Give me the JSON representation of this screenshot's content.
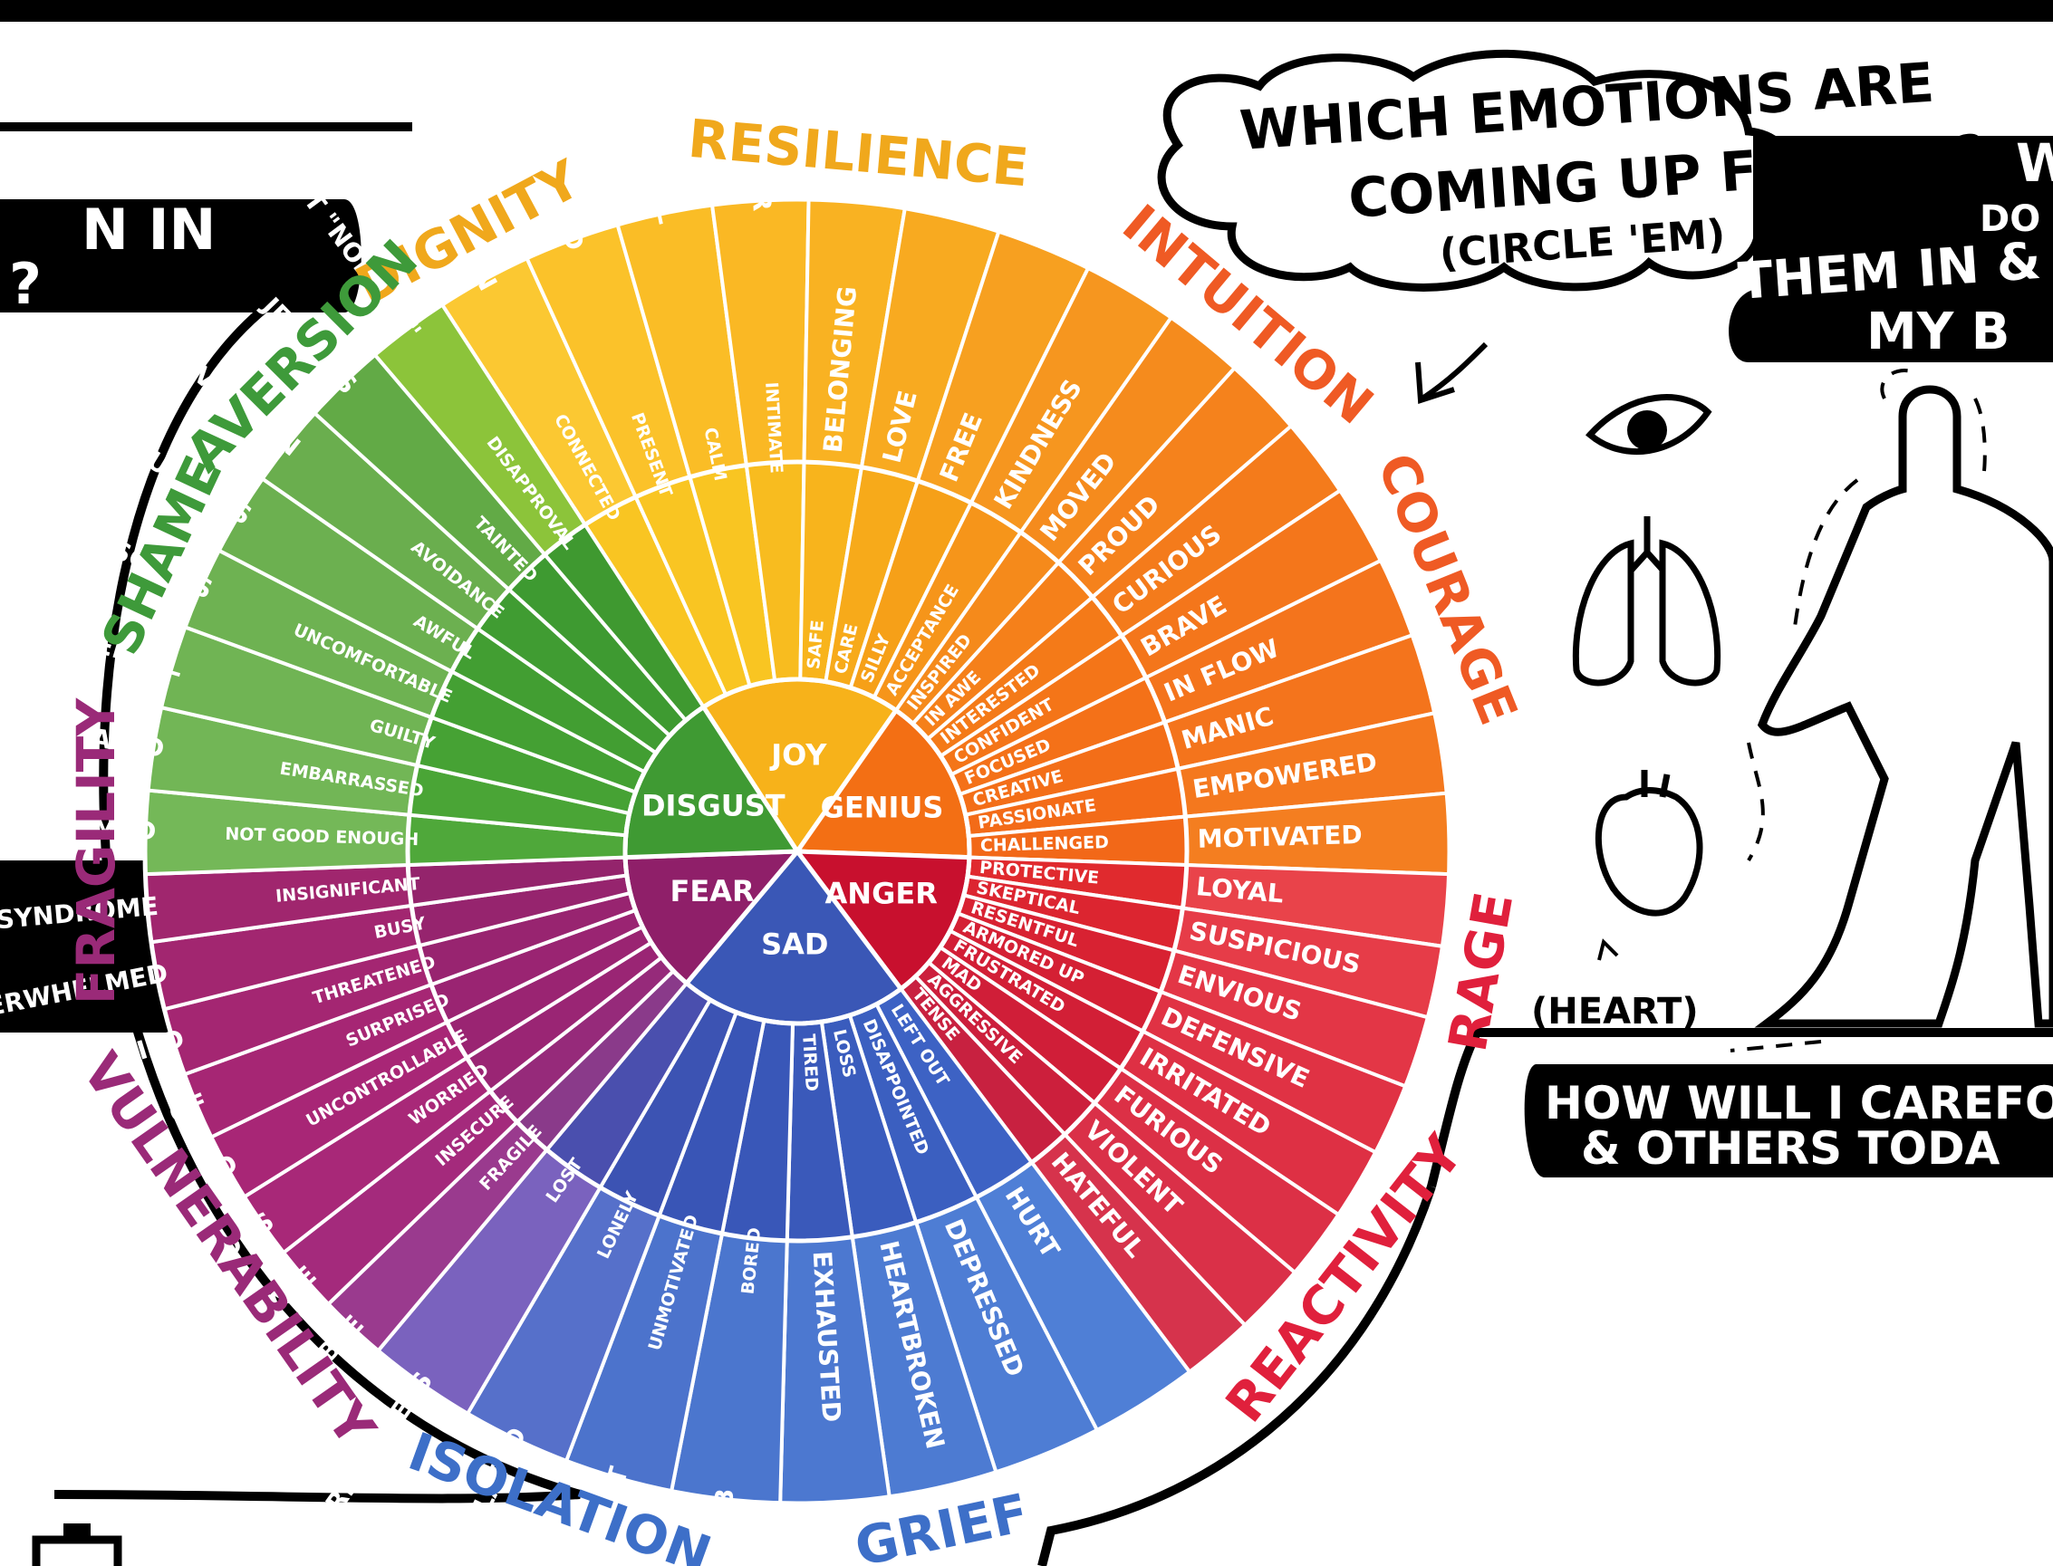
{
  "wheel": {
    "core": [
      {
        "label": "JOY",
        "color": "#f7b21a"
      },
      {
        "label": "GENIUS",
        "color": "#f36f14"
      },
      {
        "label": "ANGER",
        "color": "#c8102e"
      },
      {
        "label": "SAD",
        "color": "#3a57b6"
      },
      {
        "label": "FEAR",
        "color": "#8f1f69"
      },
      {
        "label": "DISGUST",
        "color": "#3f9a33"
      }
    ],
    "middle": [
      {
        "label": "CONNECTED",
        "color": "#f9c522"
      },
      {
        "label": "PRESENT",
        "color": "#f9c522"
      },
      {
        "label": "CALM",
        "color": "#f9c522"
      },
      {
        "label": "INTIMATE",
        "color": "#f8bc1f"
      },
      {
        "label": "SAFE",
        "color": "#f8b41c"
      },
      {
        "label": "CARE",
        "color": "#f7aa1a"
      },
      {
        "label": "SILLY",
        "color": "#f6a018"
      },
      {
        "label": "ACCEPTANCE",
        "color": "#f6951a"
      },
      {
        "label": "INSPIRED",
        "color": "#f58a1b"
      },
      {
        "label": "IN AWE",
        "color": "#f5801a"
      },
      {
        "label": "INTERESTED",
        "color": "#f47a18"
      },
      {
        "label": "CONFIDENT",
        "color": "#f47518"
      },
      {
        "label": "FOCUSED",
        "color": "#f47118"
      },
      {
        "label": "CREATIVE",
        "color": "#f36e18"
      },
      {
        "label": "PASSIONATE",
        "color": "#f36b18"
      },
      {
        "label": "CHALLENGED",
        "color": "#f26818"
      },
      {
        "label": "PROTECTIVE",
        "color": "#e02a2e"
      },
      {
        "label": "SKEPTICAL",
        "color": "#dc2530"
      },
      {
        "label": "RESENTFUL",
        "color": "#d82232"
      },
      {
        "label": "ARMORED UP",
        "color": "#d42034"
      },
      {
        "label": "FRUSTRATED",
        "color": "#d21f36"
      },
      {
        "label": "MAD",
        "color": "#d01e38"
      },
      {
        "label": "AGGRESSIVE",
        "color": "#cc1f3c"
      },
      {
        "label": "TENSE",
        "color": "#c82140"
      },
      {
        "label": "LEFT OUT",
        "color": "#3d62c4"
      },
      {
        "label": "DISAPPOINTED",
        "color": "#3b5fc0"
      },
      {
        "label": "LOSS",
        "color": "#3a5cbd"
      },
      {
        "label": "TIRED",
        "color": "#3a59ba"
      },
      {
        "label": "BORED",
        "color": "#3957b8"
      },
      {
        "label": "UNMOTIVATED",
        "color": "#3955b6"
      },
      {
        "label": "LONELY",
        "color": "#3c53b3"
      },
      {
        "label": "LOST",
        "color": "#4a4fae"
      },
      {
        "label": "FRAGILE",
        "color": "#8a3a8a"
      },
      {
        "label": "INSECURE",
        "color": "#962a7a"
      },
      {
        "label": "WORRIED",
        "color": "#9a2574"
      },
      {
        "label": "UNCONTROLLABLE",
        "color": "#9a2472"
      },
      {
        "label": "SURPRISED",
        "color": "#9a2472"
      },
      {
        "label": "THREATENED",
        "color": "#982470"
      },
      {
        "label": "BUSY",
        "color": "#96246e"
      },
      {
        "label": "INSIGNIFICANT",
        "color": "#94246c"
      },
      {
        "label": "NOT GOOD ENOUGH",
        "color": "#4fa83a"
      },
      {
        "label": "EMBARRASSED",
        "color": "#4aa536"
      },
      {
        "label": "GUILTY",
        "color": "#46a234"
      },
      {
        "label": "UNCOMFORTABLE",
        "color": "#44a033"
      },
      {
        "label": "AWFUL",
        "color": "#429e32"
      },
      {
        "label": "AVOIDANCE",
        "color": "#409c32"
      },
      {
        "label": "TAINTED",
        "color": "#3e9a31"
      },
      {
        "label": "DISAPPROVAL",
        "color": "#3f9930"
      }
    ],
    "outer": [
      {
        "label": "SEEN",
        "color": "#fbc832"
      },
      {
        "label": "GROUNDED",
        "color": "#fbc22a"
      },
      {
        "label": "GRATEFUL",
        "color": "#fabd26"
      },
      {
        "label": "TENDER",
        "color": "#fab824"
      },
      {
        "label": "BELONGING",
        "color": "#f9b222"
      },
      {
        "label": "LOVE",
        "color": "#f8aa20"
      },
      {
        "label": "FREE",
        "color": "#f7a020"
      },
      {
        "label": "KINDNESS",
        "color": "#f6961f"
      },
      {
        "label": "MOVED",
        "color": "#f58b1d"
      },
      {
        "label": "PROUD",
        "color": "#f5821c"
      },
      {
        "label": "CURIOUS",
        "color": "#f47b1b"
      },
      {
        "label": "BRAVE",
        "color": "#f4761b"
      },
      {
        "label": "IN FLOW",
        "color": "#f4741c"
      },
      {
        "label": "MANIC",
        "color": "#f4741c"
      },
      {
        "label": "EMPOWERED",
        "color": "#f4781e"
      },
      {
        "label": "MOTIVATED",
        "color": "#f47e20"
      },
      {
        "label": "LOYAL",
        "color": "#e9434a"
      },
      {
        "label": "SUSPICIOUS",
        "color": "#e63c48"
      },
      {
        "label": "ENVIOUS",
        "color": "#e33646"
      },
      {
        "label": "DEFENSIVE",
        "color": "#e03244"
      },
      {
        "label": "IRRITATED",
        "color": "#de3044"
      },
      {
        "label": "FURIOUS",
        "color": "#dc3046"
      },
      {
        "label": "VIOLENT",
        "color": "#da3048"
      },
      {
        "label": "HATEFUL",
        "color": "#d6334c"
      },
      {
        "label": "HURT",
        "color": "#4f7fd6"
      },
      {
        "label": "DEPRESSED",
        "color": "#4e7dd4"
      },
      {
        "label": "HEARTBROKEN",
        "color": "#4d7bd2"
      },
      {
        "label": "EXHAUSTED",
        "color": "#4c78d0"
      },
      {
        "label": "NUMB",
        "color": "#4b76ce"
      },
      {
        "label": "BURNT OUT",
        "color": "#4c73cc"
      },
      {
        "label": "ISOLATED",
        "color": "#5670ca"
      },
      {
        "label": "PURPOSELESS",
        "color": "#7a62be"
      },
      {
        "label": "VULNERABLE",
        "color": "#9a3a8e"
      },
      {
        "label": "UNSAFE",
        "color": "#a42a7c"
      },
      {
        "label": "ANXIOUS",
        "color": "#a82878"
      },
      {
        "label": "ADDICTED",
        "color": "#a82676"
      },
      {
        "label": "TAKEN ADVANTAGE OF",
        "color": "#a62674"
      },
      {
        "label": "TERRIFIED",
        "color": "#a42672"
      },
      {
        "label": "OVERWHELMED",
        "color": "#a22670"
      },
      {
        "label": "IMPOSTER SYNDROME",
        "color": "#a0266e"
      },
      {
        "label": "ASHAMED",
        "color": "#74b858"
      },
      {
        "label": "HUMILIATED",
        "color": "#72b656"
      },
      {
        "label": "JUDGEMENTAL",
        "color": "#70b454"
      },
      {
        "label": "SELF-CONSCIOUS",
        "color": "#6eb252"
      },
      {
        "label": "NAUSEOUS",
        "color": "#6cb050"
      },
      {
        "label": "AVERSION",
        "color": "#6aae4e"
      },
      {
        "label": "JEALOUS",
        "color": "#62aa46"
      },
      {
        "label": "NOT \"NORMAL\"",
        "color": "#8cc43a"
      }
    ]
  },
  "ring_labels": [
    {
      "label": "DIGNITY",
      "color": "#f0a81c"
    },
    {
      "label": "RESILIENCE",
      "color": "#f0a81c"
    },
    {
      "label": "INTUITION",
      "color": "#ef5a24"
    },
    {
      "label": "COURAGE",
      "color": "#ef5a24"
    },
    {
      "label": "RAGE",
      "color": "#e0203c"
    },
    {
      "label": "REACTIVITY",
      "color": "#e0203c"
    },
    {
      "label": "GRIEF",
      "color": "#3d6fc8"
    },
    {
      "label": "ISOLATION",
      "color": "#3d6fc8"
    },
    {
      "label": "VULNERABILITY",
      "color": "#9a2a78"
    },
    {
      "label": "FRAGILITY",
      "color": "#9a2a78"
    },
    {
      "label": "SHAME",
      "color": "#3e9a3a"
    },
    {
      "label": "AVERSION",
      "color": "#3e9a3a"
    }
  ],
  "callouts": {
    "question_line1": "WHICH EMOTIONS ARE",
    "question_line2": "COMING UP FOR ME?",
    "question_hint": "(CIRCLE 'EM)",
    "right_banner_fragment_a": "W",
    "right_banner_fragment_b": "DO",
    "right_banner_line2": "THEM IN &",
    "right_banner_line3": "MY B",
    "heart_label": "(HEART)",
    "bottom_banner_line1": "HOW WILL I CAREFO",
    "bottom_banner_line2": "& OTHERS TODA",
    "left_banner_line1": "N IN",
    "left_banner_line2": "?"
  }
}
